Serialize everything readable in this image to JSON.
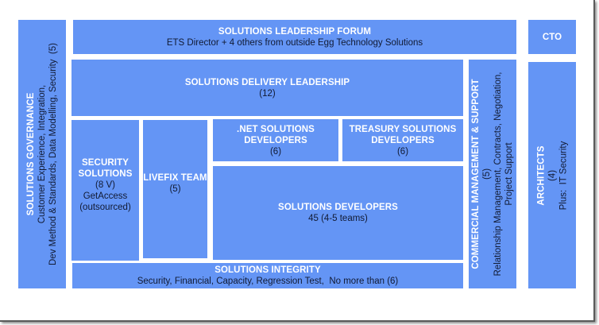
{
  "colors": {
    "box_fill": "#6495f5",
    "title_text": "#ffffff",
    "body_text": "#111a33",
    "background": "#ffffff"
  },
  "governance": {
    "title": "SOLUTIONS GOVERNANCE",
    "line1": "Customer Experience, Integration,",
    "line2": "Dev Method & Standards, Data Modelling, Security",
    "count": "(5)"
  },
  "leadership_forum": {
    "title": "SOLUTIONS LEADERSHIP FORUM",
    "subtitle": "ETS Director + 4 others from outside Egg Technology Solutions"
  },
  "cto": {
    "title": "CTO"
  },
  "delivery_leadership": {
    "title": "SOLUTIONS DELIVERY LEADERSHIP",
    "count": "(12)"
  },
  "security_solutions": {
    "title_line1": "SECURITY",
    "title_line2": "SOLUTIONS",
    "count": "(8 V)",
    "line1": "GetAccess",
    "line2": "(outsourced)"
  },
  "livefix": {
    "title": "LIVEFIX TEAM",
    "count": "(5)"
  },
  "net_developers": {
    "title_line1": ".NET SOLUTIONS",
    "title_line2": "DEVELOPERS",
    "count": "(6)"
  },
  "treasury_developers": {
    "title_line1": "TREASURY SOLUTIONS",
    "title_line2": "DEVELOPERS",
    "count": "(6)"
  },
  "solutions_developers": {
    "title": "SOLUTIONS DEVELOPERS",
    "count": "45 (4-5 teams)"
  },
  "integrity": {
    "title": "SOLUTIONS INTEGRITY",
    "subtitle": "Security, Financial, Capacity, Regression Test,  No more than (6)"
  },
  "commercial": {
    "title": "COMMERCIAL MANAGEMENT & SUPPORT",
    "count": "(5)",
    "line1": "Relationship Management, Contracts, Negotiation,",
    "line2": "Project Support"
  },
  "architects": {
    "title": "ARCHITECTS",
    "count": "(4)",
    "line1": "Plus:  IT Security"
  }
}
